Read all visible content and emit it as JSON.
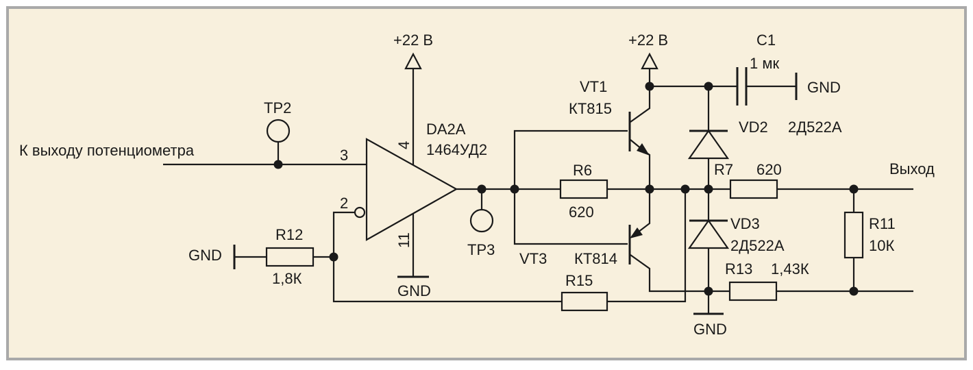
{
  "colors": {
    "background": "#f8f0dd",
    "border": "#a9a9a9",
    "line": "#1a1a1a"
  },
  "labels": {
    "input": "К выходу потенциометра",
    "tp2": "TP2",
    "tp3": "TP3",
    "supply_op": "+22 В",
    "supply_vt1": "+22 В",
    "gnd_r12": "GND",
    "gnd_op": "GND",
    "gnd_c1": "GND",
    "gnd_vd3": "GND",
    "pin3": "3",
    "pin2": "2",
    "pin4": "4",
    "pin11": "11",
    "da2a_name": "DA2A",
    "da2a_part": "1464УД2",
    "vt1_name": "VT1",
    "vt1_part": "КТ815",
    "vt3_name": "VT3",
    "vt3_part": "КТ814",
    "r6_name": "R6",
    "r6_value": "620",
    "r7_name": "R7",
    "r7_value": "620",
    "r12_name": "R12",
    "r12_value": "1,8К",
    "r15_name": "R15",
    "r13_name": "R13",
    "r13_value": "1,43К",
    "r11_name": "R11",
    "r11_value": "10К",
    "c1_name": "С1",
    "c1_value": "1 мк",
    "vd2_name": "VD2",
    "vd2_part": "2Д522А",
    "vd3_name": "VD3",
    "vd3_part": "2Д522А",
    "output": "Выход"
  }
}
